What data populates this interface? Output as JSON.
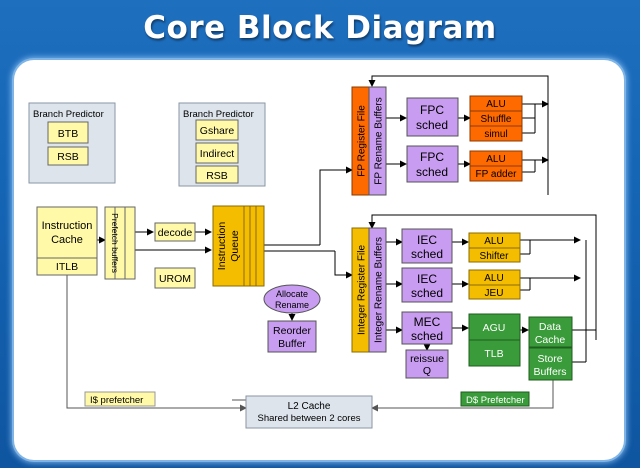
{
  "title": "Core Block Diagram",
  "colors": {
    "yellow": "#fff9a8",
    "gold": "#f5bd00",
    "purple": "#c89cf0",
    "orange": "#ff6a00",
    "green": "#3a9b3a",
    "gray_box": "#dde4ec",
    "background": "#1565b5"
  },
  "branch_predictor_1": {
    "label": "Branch Predictor",
    "items": [
      "BTB",
      "RSB"
    ]
  },
  "branch_predictor_2": {
    "label": "Branch Predictor",
    "items": [
      "Gshare",
      "Indirect",
      "RSB"
    ]
  },
  "instruction_cache": {
    "label": "Instruction Cache",
    "itlb": "ITLB"
  },
  "prefetch_buffers": "Prefetch buffers",
  "decode": "decode",
  "urom": "UROM",
  "instruction_queue": "Instruction Queue",
  "allocate_rename": "Allocate Rename",
  "reorder_buffer": "Reorder Buffer",
  "fp_register_file": "FP Register File",
  "fp_rename_buffers": "FP Rename Buffers",
  "fpc_sched_1": "FPC sched",
  "fpc_sched_2": "FPC sched",
  "fp_units_1": [
    "ALU",
    "Shuffle",
    "simul"
  ],
  "fp_units_2": [
    "ALU",
    "FP adder"
  ],
  "integer_register_file": "Integer Register File",
  "integer_rename_buffers": "Integer Rename Buffers",
  "iec_sched_1": "IEC sched",
  "iec_sched_2": "IEC sched",
  "mec_sched": "MEC sched",
  "reissue_q": "reissue Q",
  "int_units_1": [
    "ALU",
    "Shifter"
  ],
  "int_units_2": [
    "ALU",
    "JEU"
  ],
  "agu": "AGU",
  "tlb": "TLB",
  "data_cache": "Data Cache",
  "store_buffers": "Store Buffers",
  "i_prefetcher": "I$ prefetcher",
  "d_prefetcher": "D$ Prefetcher",
  "l2_cache": {
    "line1": "L2 Cache",
    "line2": "Shared between 2 cores"
  }
}
